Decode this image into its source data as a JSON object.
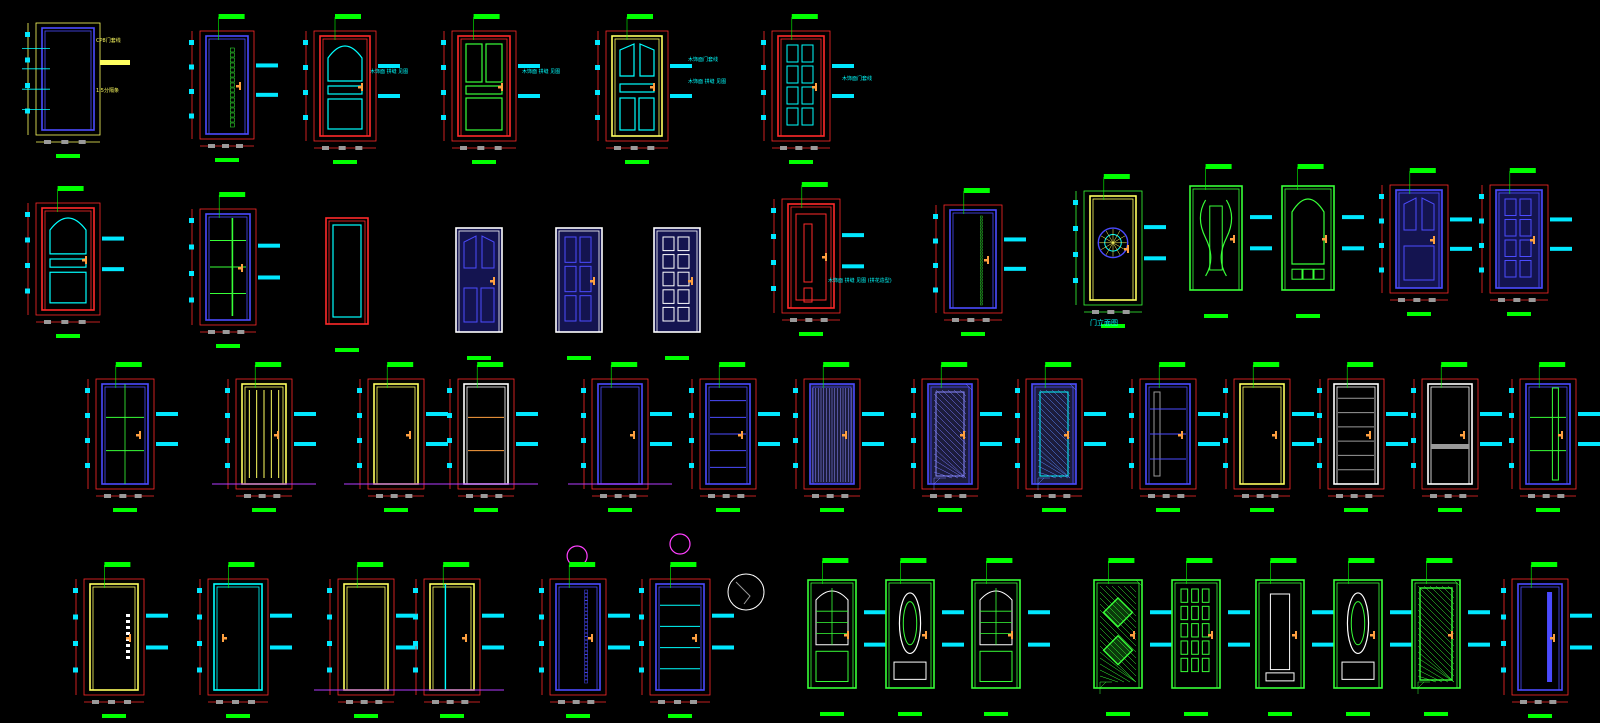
{
  "drawing": {
    "background": "#000000",
    "palette": {
      "frame_blue": "#4b4bff",
      "frame_red": "#ff2a2a",
      "frame_yellow": "#ffff60",
      "frame_green": "#38ff38",
      "panel_cyan": "#00ffff",
      "tag_green": "#00ff00",
      "tag_cyan": "#00e8ff",
      "handle_orange": "#ffa040",
      "fill_navy": "#141450",
      "floor_purple": "#b43cff",
      "circle_magenta": "#ff40ff",
      "gray": "#9a9a9a",
      "white": "#ffffff"
    },
    "annotations": [
      {
        "id": "a1",
        "text": "CP8门套线"
      },
      {
        "id": "a2",
        "text": "1.5分隔条"
      },
      {
        "id": "a3",
        "text": "木饰面 拼缝 见图"
      },
      {
        "id": "a4",
        "text": "木饰面 拼缝 见图"
      },
      {
        "id": "a5",
        "text": "木饰面门套线"
      },
      {
        "id": "a6",
        "text": "木饰面 拼缝 见图"
      },
      {
        "id": "a7",
        "text": "木饰面门套线"
      },
      {
        "id": "a8",
        "text": "木饰面 拼缝 见图 (拼花造型)"
      }
    ],
    "section_titles": [
      {
        "id": "t1",
        "text": "门立面图"
      }
    ]
  }
}
